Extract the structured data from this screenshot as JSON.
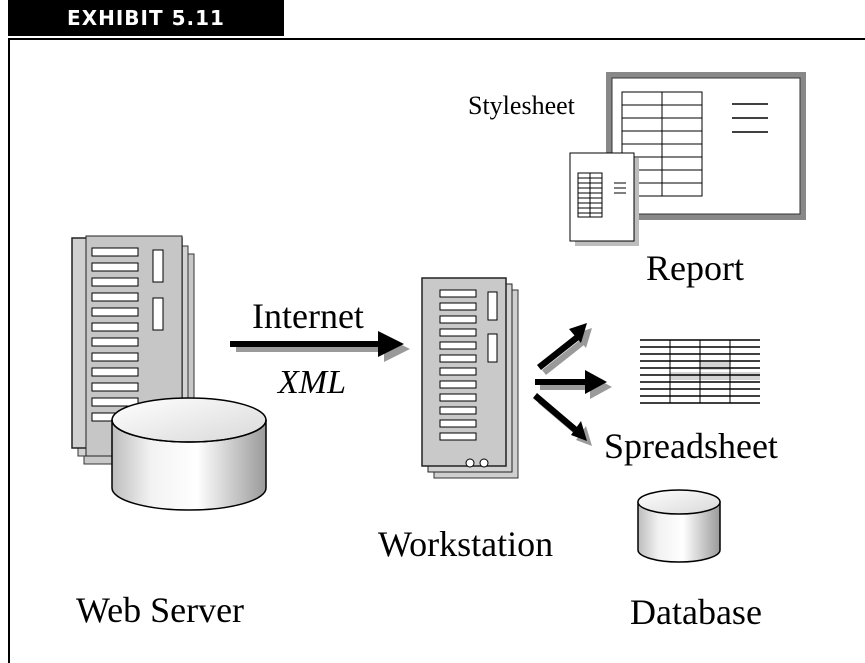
{
  "exhibit_label": "EXHIBIT 5.11",
  "labels": {
    "stylesheet": "Stylesheet",
    "report": "Report",
    "internet": "Internet",
    "xml": "XML",
    "spreadsheet": "Spreadsheet",
    "workstation": "Workstation",
    "web_server": "Web Server",
    "database": "Database"
  }
}
